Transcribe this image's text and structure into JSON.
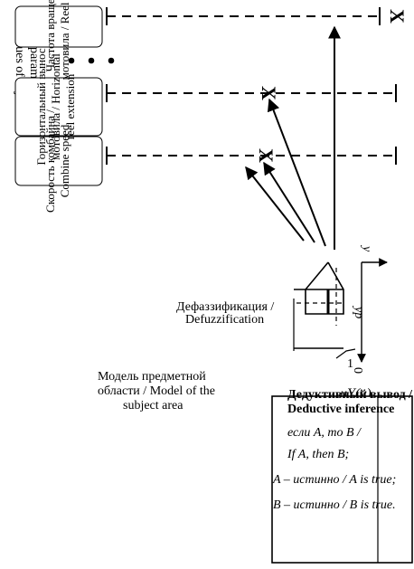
{
  "header": {
    "values_label_line1": "values of adjustable",
    "values_label_line2": "parameters"
  },
  "params": [
    {
      "line1": "Скорость комбайна /",
      "line2": "Combine speed"
    },
    {
      "line1": "Горизонтальный вынос",
      "line2": "мотовила / Horizontal",
      "line3": "reel extension"
    },
    {
      "line1": "Частота вращения",
      "line2": "мотовила / Reel speed"
    }
  ],
  "ellipsis": "• • •",
  "marker": "X",
  "model_label": {
    "line1": "Модель предметной",
    "line2": "области / Model of the",
    "line3": "subject area"
  },
  "defuzz_label": {
    "line1": "Дефаззификация /",
    "line2": "Defuzzification"
  },
  "graph": {
    "mu_label": "μY(y)",
    "one_label": "1",
    "zero_label": "0",
    "y_label": "y",
    "yp_label": "yp"
  },
  "inference_box": {
    "title_line1": "Дедуктивный вывод /",
    "title_line2": "Deductive inference",
    "rule_ru": "если   A,  то   B /",
    "rule_en": "If  A, then B;",
    "a_true": "A – истинно / A is true;",
    "b_true": "B – истинно / B is true."
  }
}
